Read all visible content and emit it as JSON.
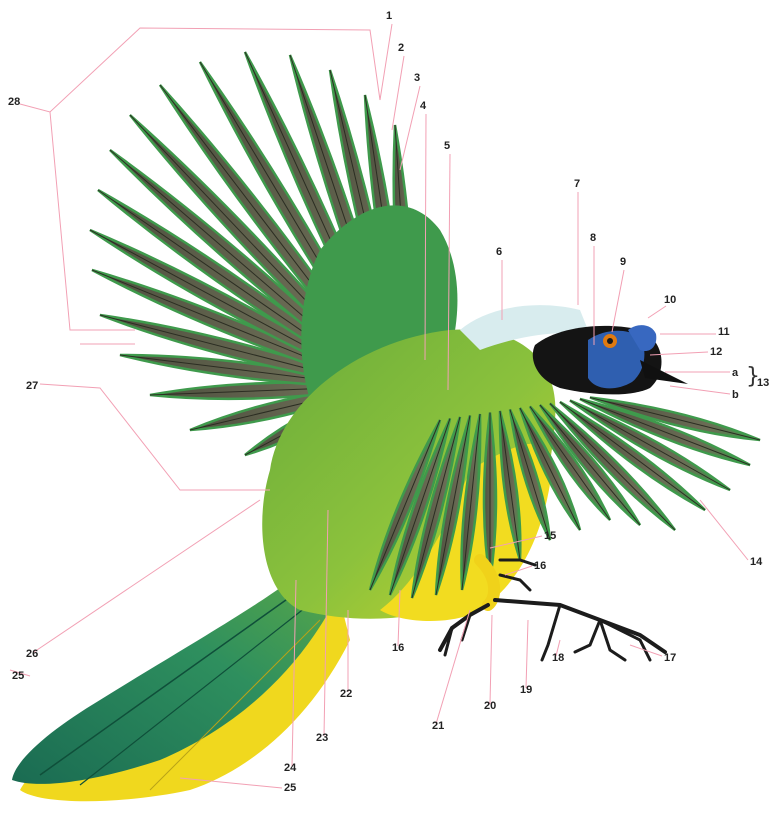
{
  "diagram": {
    "subject": "bird-illustration",
    "leader_color": "#f2a0b4",
    "labels": {
      "l1": "1",
      "l2": "2",
      "l3": "3",
      "l4": "4",
      "l5": "5",
      "l6": "6",
      "l7": "7",
      "l8": "8",
      "l9": "9",
      "l10": "10",
      "l11": "11",
      "l12": "12",
      "la": "a",
      "lb": "b",
      "l13": "13",
      "l14": "14",
      "l15": "15",
      "l16a": "16",
      "l16b": "16",
      "l17": "17",
      "l18": "18",
      "l19": "19",
      "l20": "20",
      "l21": "21",
      "l22": "22",
      "l23": "23",
      "l24": "24",
      "l25a": "25",
      "l25b": "25",
      "l26": "26",
      "l27": "27",
      "l28": "28"
    },
    "colors": {
      "wing_green": "#3f9a4c",
      "feather_dark": "#5a5c48",
      "body_green": "#7cb83c",
      "belly_yellow": "#f2dc20",
      "crown_pale": "#d8ecee",
      "face_blue": "#2f5fb0",
      "mask_black": "#141414",
      "tail_teal": "#1f7a5a",
      "eye_orange": "#e07a10"
    }
  }
}
